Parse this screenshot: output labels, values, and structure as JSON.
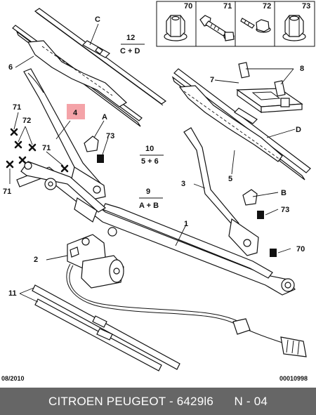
{
  "callouts": {
    "c1": "1",
    "c2": "2",
    "c3": "3",
    "c4": "4",
    "c5": "5",
    "c6": "6",
    "c7": "7",
    "c8": "8",
    "c9": "9",
    "c9sub": "A + B",
    "c10": "10",
    "c10sub": "5 + 6",
    "c11": "11",
    "c12": "12",
    "c12sub": "C + D",
    "c70": "70",
    "c71a": "71",
    "c71b": "71",
    "c71c": "71",
    "c72": "72",
    "c73a": "73",
    "c73b": "73",
    "cA": "A",
    "cB": "B",
    "cC": "C",
    "cD": "D"
  },
  "inset": {
    "h70": "70",
    "h71": "71",
    "h72": "72",
    "h73": "73"
  },
  "corner": {
    "date": "08/2010",
    "ref": "00010998"
  },
  "footer_text": "CITROEN PEUGEOT - 6429l6      N - 04",
  "colors": {
    "highlight": "#f4a3a8",
    "footer_bg": "#666666",
    "ink": "#111111"
  }
}
